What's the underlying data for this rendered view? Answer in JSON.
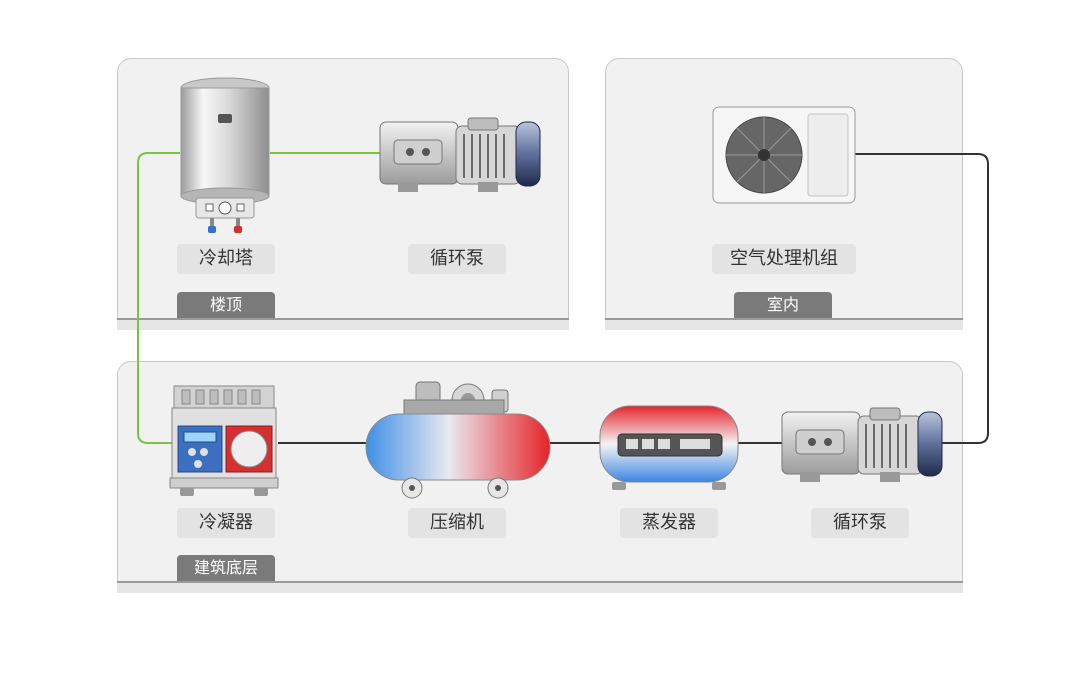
{
  "zones": {
    "roof": "楼顶",
    "indoor": "室内",
    "basement": "建筑底层"
  },
  "devices": {
    "cooling_tower": "冷却塔",
    "pump_top": "循环泵",
    "air_handler": "空气处理机组",
    "condenser": "冷凝器",
    "compressor": "压缩机",
    "evaporator": "蒸发器",
    "pump_bottom": "循环泵"
  },
  "colors": {
    "cooling_water_pipe": "#7cc242",
    "chilled_water_pipe": "#333333",
    "panel_bg": "#f1f1f1",
    "tag_bg": "#7a7a7a",
    "label_bg": "#e3e3e3"
  }
}
